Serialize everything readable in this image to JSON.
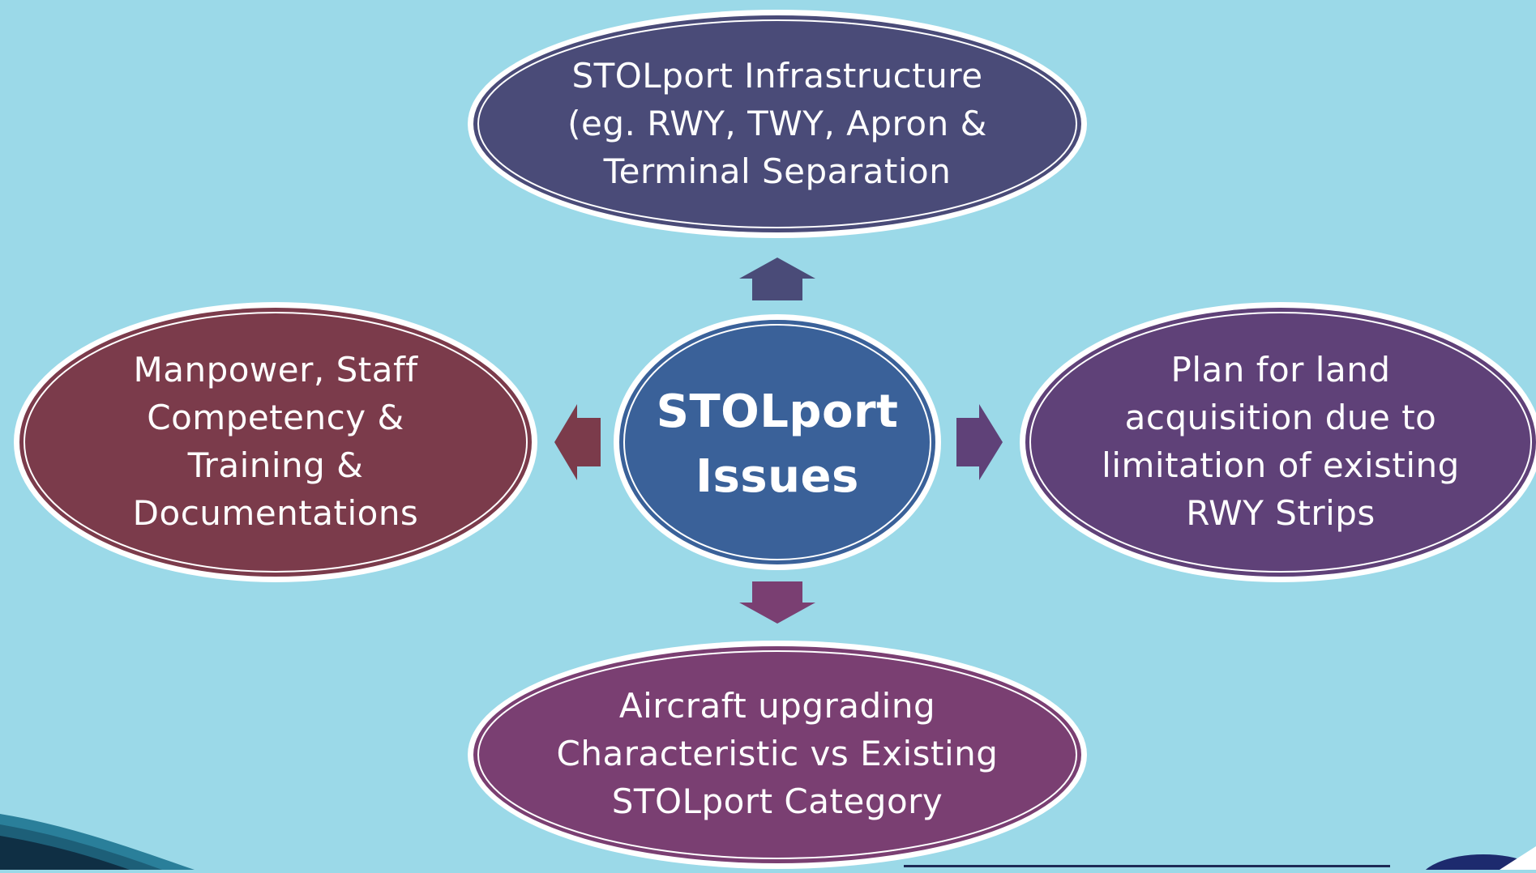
{
  "center": {
    "label": "STOLport\nIssues",
    "color": "#3a6199"
  },
  "nodes": [
    {
      "id": "top",
      "label": "STOLport Infrastructure\n(eg. RWY, TWY, Apron &\nTerminal Separation",
      "color": "#4a4b78"
    },
    {
      "id": "left",
      "label": "Manpower, Staff\nCompetency &\nTraining &\nDocumentations",
      "color": "#7b3b4b"
    },
    {
      "id": "right",
      "label": "Plan for land\nacquisition due to\nlimitation of existing\nRWY Strips",
      "color": "#5f4178"
    },
    {
      "id": "bottom",
      "label": "Aircraft upgrading\nCharacteristic vs Existing\nSTOLport Category",
      "color": "#7a3f72"
    }
  ],
  "arrows": [
    {
      "direction": "up",
      "color": "#4a4b78"
    },
    {
      "direction": "left",
      "color": "#7b3b4b"
    },
    {
      "direction": "right",
      "color": "#5f4178"
    },
    {
      "direction": "down",
      "color": "#7a3f72"
    }
  ]
}
